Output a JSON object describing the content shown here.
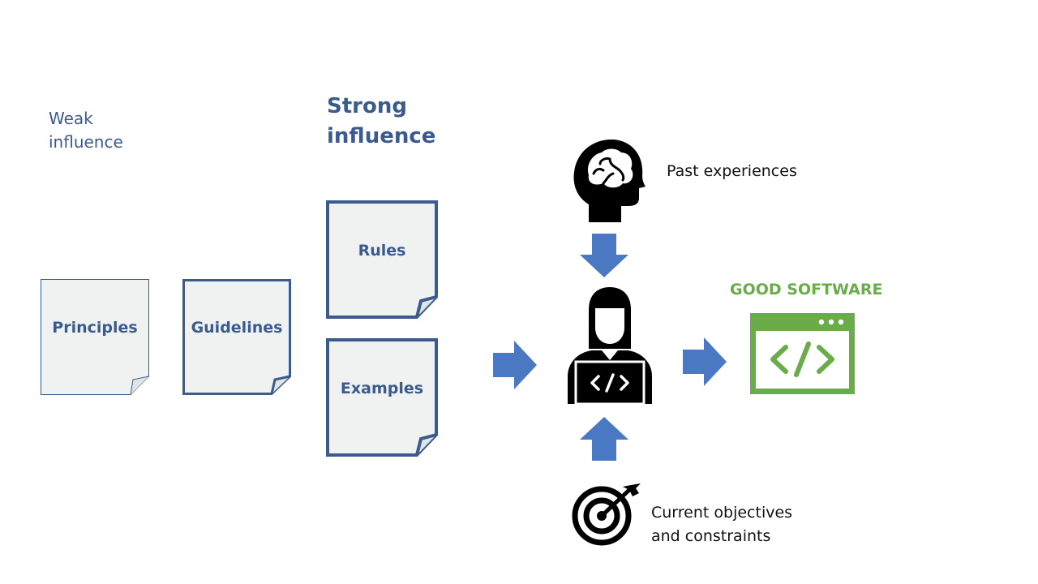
{
  "influence": {
    "weak": [
      "Weak",
      "influence"
    ],
    "strong": [
      "Strong",
      "influence"
    ]
  },
  "documents": {
    "principles": "Principles",
    "guidelines": "Guidelines",
    "rules": "Rules",
    "examples": "Examples"
  },
  "inputs": {
    "past_experiences": "Past experiences",
    "objectives": [
      "Current objectives",
      "and constraints"
    ]
  },
  "output": {
    "title": "GOOD SOFTWARE"
  },
  "colors": {
    "blue": "#3b5b8f",
    "arrow": "#4a78c2",
    "green": "#6aab4a",
    "doc_fill": "#f0f2f2"
  }
}
